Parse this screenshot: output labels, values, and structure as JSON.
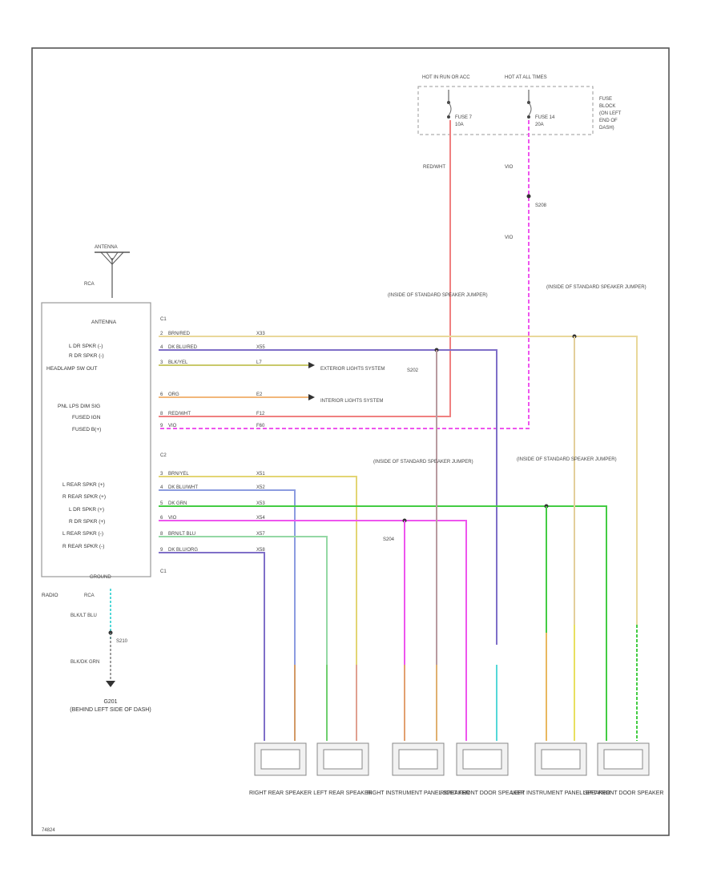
{
  "diagram_id": "74824",
  "fuse_block": {
    "hot_run": "HOT IN RUN OR ACC",
    "hot_all": "HOT AT ALL TIMES",
    "fuse1": "FUSE 7",
    "fuse1_amp": "10A",
    "fuse2": "FUSE 14",
    "fuse2_amp": "20A",
    "location": [
      "FUSE",
      "BLOCK",
      "(ON LEFT",
      "END OF",
      "DASH)"
    ]
  },
  "antenna": {
    "label": "ANTENNA",
    "cable": "RCA"
  },
  "radio": {
    "name": "RADIO",
    "connector_c1": "C1",
    "connector_c2": "C2",
    "pins_c1": [
      "ANTENNA",
      "L DR SPKR (-)",
      "R DR SPKR (-)",
      "HEADLAMP SW OUT",
      "",
      "PNL LPS DIM SIG",
      "FUSED IGN",
      "FUSED B(+)"
    ],
    "pins_c2": [
      "L REAR SPKR (+)",
      "R REAR SPKR (+)",
      "L DR SPKR (+)",
      "R DR SPKR (+)",
      "L REAR SPKR (-)",
      "R REAR SPKR (-)"
    ],
    "ground_label": "GROUND",
    "rca": "RCA"
  },
  "wires_c1": [
    {
      "num": "2",
      "color": "BRN/RED",
      "circuit": "X33"
    },
    {
      "num": "4",
      "color": "DK BLU/RED",
      "circuit": "X55"
    },
    {
      "num": "3",
      "color": "BLK/YEL",
      "circuit": "L7"
    },
    {
      "num": "6",
      "color": "ORG",
      "circuit": "E2"
    },
    {
      "num": "8",
      "color": "RED/WHT",
      "circuit": "F12"
    },
    {
      "num": "9",
      "color": "VIO",
      "circuit": "F60"
    }
  ],
  "wires_c2": [
    {
      "num": "3",
      "color": "BRN/YEL",
      "circuit": "X51"
    },
    {
      "num": "4",
      "color": "DK BLU/WHT",
      "circuit": "X52"
    },
    {
      "num": "5",
      "color": "DK GRN",
      "circuit": "X53"
    },
    {
      "num": "6",
      "color": "VIO",
      "circuit": "X54"
    },
    {
      "num": "8",
      "color": "BRN/LT BLU",
      "circuit": "X57"
    },
    {
      "num": "9",
      "color": "DK BLU/ORG",
      "circuit": "X58"
    }
  ],
  "refs": {
    "exterior": "EXTERIOR LIGHTS SYSTEM",
    "interior": "INTERIOR LIGHTS SYSTEM",
    "jumper_inside": "(INSIDE OF STANDARD SPEAKER JUMPER)",
    "s202": "S202",
    "s204": "S204",
    "s208": "S208",
    "s210": "S210",
    "g201": "G201",
    "ground_loc": "(BEHIND LEFT SIDE OF DASH)"
  },
  "feed_labels": {
    "red_wht": "RED/WHT",
    "vio": "VIO"
  },
  "ground_wires": [
    "BLK/LT BLU",
    "BLK/DK GRN"
  ],
  "speakers": [
    {
      "name": "RIGHT REAR SPEAKER"
    },
    {
      "name": "LEFT REAR SPEAKER"
    },
    {
      "name": "RIGHT INSTRUMENT PANEL SPEAKER"
    },
    {
      "name": "RIGHT FRONT DOOR SPEAKER"
    },
    {
      "name": "LEFT INSTRUMENT PANEL SPEAKER"
    },
    {
      "name": "LEFT FRONT DOOR SPEAKER"
    }
  ],
  "colors": {
    "red": "#f08080",
    "violet": "#ee55ee",
    "brown_red": "#e9d89a",
    "dk_blu_red": "#7f6fc8",
    "yellow_wire": "#c9c96a",
    "orange": "#f2b77a",
    "red_wht": "#f5a5a5",
    "brn_yel": "#e3d574",
    "dk_blu_wht": "#8c9ce0",
    "dk_grn": "#44cc44",
    "lt_grn": "#94d8a4",
    "cyan": "#55d8d8",
    "tan": "#d9c48a",
    "salmon": "#f0a070"
  }
}
